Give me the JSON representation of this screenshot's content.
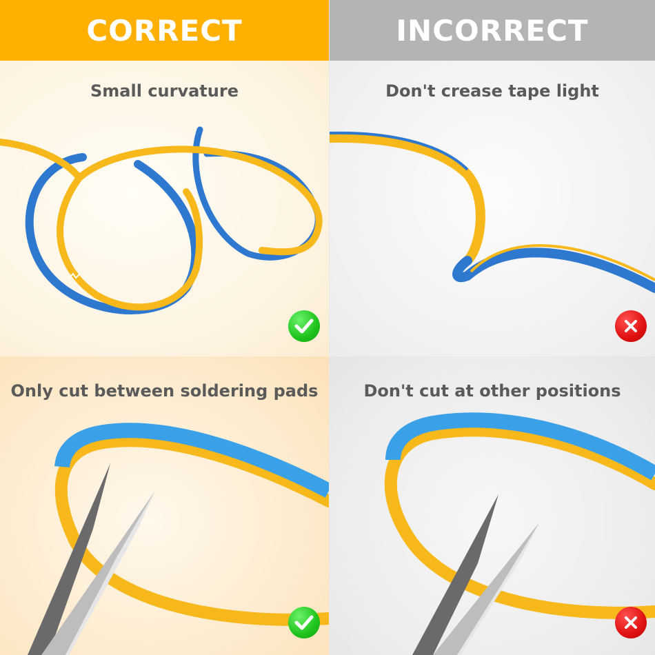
{
  "headers": {
    "correct": "CORRECT",
    "incorrect": "INCORRECT"
  },
  "panels": {
    "top_left": {
      "caption": "Small curvature",
      "status_icon": "check-icon"
    },
    "top_right": {
      "caption": "Don't crease tape light",
      "status_icon": "x-icon"
    },
    "bottom_left": {
      "caption": "Only cut between soldering pads",
      "status_icon": "check-icon"
    },
    "bottom_right": {
      "caption": "Don't cut at other positions",
      "status_icon": "x-icon"
    }
  },
  "colors": {
    "correct_header": "#ffb000",
    "incorrect_header": "#b4b4b4",
    "tape_yellow": "#f6b81a",
    "tape_blue": "#2f78d0",
    "ok_green": "#1ec31c",
    "error_red": "#e01010"
  }
}
